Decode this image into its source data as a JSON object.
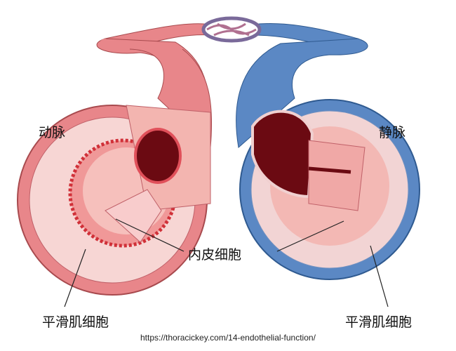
{
  "labels": {
    "artery": "动脉",
    "vein": "静脉",
    "endothelial_cells": "内皮细胞",
    "smooth_muscle_left": "平滑肌细胞",
    "smooth_muscle_right": "平滑肌细胞"
  },
  "source_url": "https://thoracickey.com/14-endothelial-function/",
  "colors": {
    "artery": "#e8868a",
    "artery_inner": "#f4c0c0",
    "vein": "#5b88c4",
    "lumen_blood": "#6b0a12"
  }
}
